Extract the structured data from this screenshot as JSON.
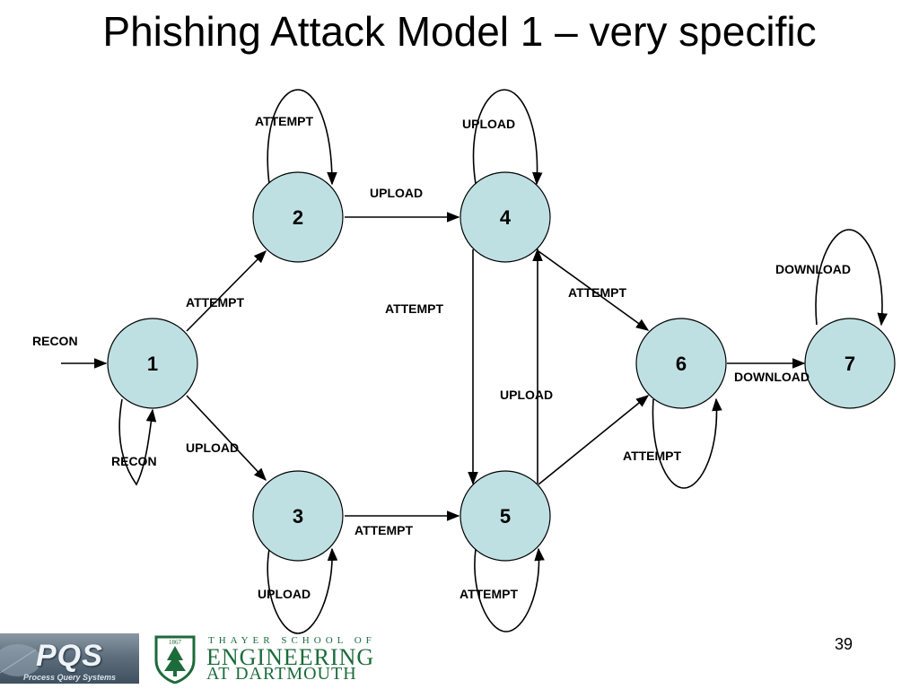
{
  "slide": {
    "title": "Phishing Attack Model 1 – very specific",
    "page_number": "39"
  },
  "colors": {
    "node_fill": "#bfe0e3",
    "node_stroke": "#000000",
    "logo_green": "#1c6b3a"
  },
  "nodes": [
    {
      "id": "1",
      "label": "1"
    },
    {
      "id": "2",
      "label": "2"
    },
    {
      "id": "3",
      "label": "3"
    },
    {
      "id": "4",
      "label": "4"
    },
    {
      "id": "5",
      "label": "5"
    },
    {
      "id": "6",
      "label": "6"
    },
    {
      "id": "7",
      "label": "7"
    }
  ],
  "edges": [
    {
      "from": "start",
      "to": "1",
      "label": "RECON"
    },
    {
      "from": "1",
      "to": "1",
      "label": "RECON"
    },
    {
      "from": "1",
      "to": "2",
      "label": "ATTEMPT"
    },
    {
      "from": "1",
      "to": "3",
      "label": "UPLOAD"
    },
    {
      "from": "2",
      "to": "2",
      "label": "ATTEMPT"
    },
    {
      "from": "2",
      "to": "4",
      "label": "UPLOAD"
    },
    {
      "from": "3",
      "to": "3",
      "label": "UPLOAD"
    },
    {
      "from": "3",
      "to": "5",
      "label": "ATTEMPT"
    },
    {
      "from": "4",
      "to": "4",
      "label": "UPLOAD"
    },
    {
      "from": "4",
      "to": "5",
      "label": "ATTEMPT"
    },
    {
      "from": "5",
      "to": "4",
      "label": "UPLOAD"
    },
    {
      "from": "4",
      "to": "6",
      "label": "ATTEMPT"
    },
    {
      "from": "5",
      "to": "5",
      "label": "ATTEMPT"
    },
    {
      "from": "5",
      "to": "6",
      "label": ""
    },
    {
      "from": "6",
      "to": "6",
      "label": "ATTEMPT"
    },
    {
      "from": "6",
      "to": "7",
      "label": "DOWNLOAD"
    },
    {
      "from": "7",
      "to": "7",
      "label": "DOWNLOAD"
    }
  ],
  "logos": {
    "pqs": {
      "name": "PQS",
      "subtitle": "Process Query Systems"
    },
    "thayer": {
      "line1": "THAYER SCHOOL OF",
      "line2": "ENGINEERING",
      "line3": "AT DARTMOUTH",
      "year": "1867"
    }
  }
}
